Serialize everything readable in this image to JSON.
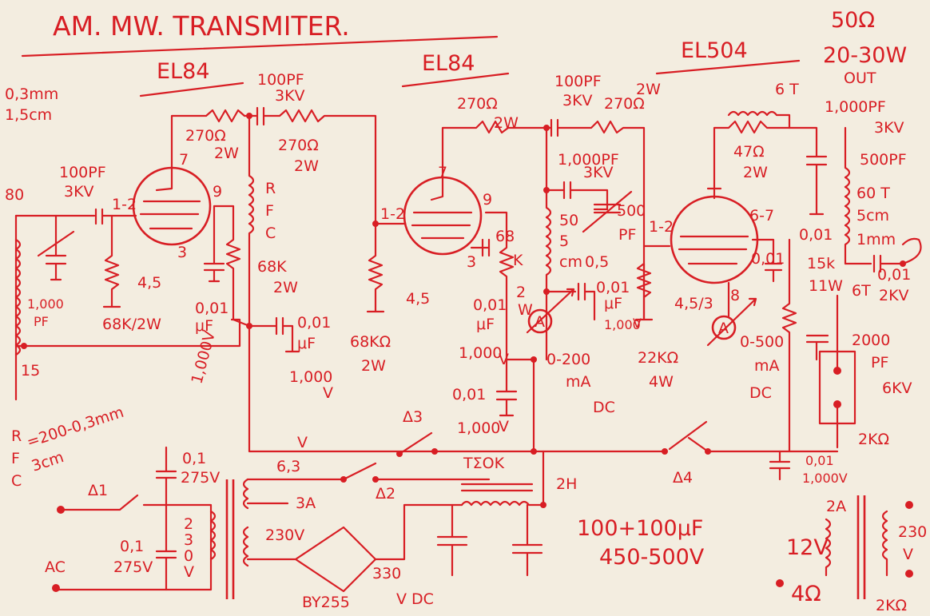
{
  "title": "AM. MW. TRANSMITER.",
  "impedance": "50Ω",
  "power": "20-30W",
  "power_unit": "OUT",
  "wire_spec": [
    "0,3mm",
    "1,5cm"
  ],
  "tubes": {
    "stage1": "EL84",
    "stage2": "EL84",
    "stage3": "EL504"
  },
  "oscillator": {
    "turns": "80",
    "tap": "15",
    "cap": [
      "100PF",
      "3KV"
    ],
    "trim": [
      "1,000",
      "PF"
    ],
    "grid_leak": "68K/2W",
    "pins_grid": "1-2",
    "pin_plate": "7",
    "pin_screen": "9",
    "pin_cathode": "3",
    "pin_heater": "4,5",
    "screen_cap": [
      "0,01",
      "μF",
      "1,000V"
    ]
  },
  "rfc1": {
    "label": [
      "R",
      "F",
      "C"
    ],
    "spec": [
      "=200-0,3mm",
      "3cm"
    ]
  },
  "rfc2": {
    "label": [
      "R",
      "F",
      "C"
    ]
  },
  "stage1_parts": {
    "r_grid": [
      "270Ω",
      "2W"
    ],
    "c_coupling": [
      "100PF",
      "3KV"
    ],
    "r_series": [
      "270Ω",
      "2W"
    ],
    "r_screen": [
      "68K",
      "2W"
    ],
    "c_bypass": [
      "0,01",
      "μF",
      "1,000",
      "V"
    ]
  },
  "stage2_parts": {
    "pins_grid": "1-2",
    "pin_plate": "7",
    "pin_screen": "9",
    "pin_cathode": "3",
    "pin_heater": "4,5",
    "r_grid": [
      "68KΩ",
      "2W"
    ],
    "r_plate": [
      "270Ω",
      "2W"
    ],
    "c_coupling": [
      "100PF",
      "3KV"
    ],
    "r_series": [
      "270Ω",
      "2W"
    ],
    "r_screen": [
      "68",
      "K",
      "2",
      "W"
    ],
    "c_screen": [
      "0,01",
      "μF",
      "1,000",
      "V"
    ],
    "c_supply": [
      "0,01",
      "1,000",
      "V"
    ],
    "tank_cap": [
      "1,000PF",
      "3KV"
    ],
    "tank_coil": [
      "50",
      "5",
      "cm"
    ],
    "tune_cap": [
      "500",
      "PF"
    ],
    "pad_cap": [
      "0,5"
    ],
    "bypass": [
      "0,01",
      "μF",
      "1,000",
      "V"
    ],
    "meter": "A",
    "meter_range": [
      "0-200",
      "mA",
      "DC"
    ],
    "r_grid_leak": [
      "22KΩ",
      "4W"
    ]
  },
  "stage3_parts": {
    "turns": "6 T",
    "r_parasitic": [
      "47Ω",
      "2W"
    ],
    "pins_grid": "1-2",
    "pins_plate": "6-7",
    "pin_cathode": "8",
    "pin_heater": "4,5/3",
    "cap_screen": [
      "0,01",
      "0,01"
    ],
    "cap_out": [
      "1,000PF",
      "3KV"
    ],
    "cap_load": [
      "500PF"
    ],
    "coil": [
      "60 T",
      "5cm",
      "1mm"
    ],
    "coil_tap": "6T",
    "r_screen": [
      "15k",
      "11W"
    ],
    "cap_link": [
      "0,01",
      "2KV"
    ],
    "cap_hv": [
      "2000",
      "PF",
      "6KV"
    ],
    "meter": "A",
    "meter_range": [
      "0-500",
      "mA",
      "DC"
    ],
    "r_bleed": "2KΩ"
  },
  "power_supply": {
    "switches": [
      "Δ1",
      "Δ2",
      "Δ3",
      "Δ4"
    ],
    "ac": "AC",
    "x_caps": [
      [
        "0,1",
        "275V"
      ],
      [
        "0,1",
        "275V"
      ]
    ],
    "mains_label": [
      "2",
      "3",
      "0",
      "V"
    ],
    "heater": [
      "6,3",
      "3A"
    ],
    "primary": "230V",
    "rectifier": "BY255",
    "dc_out": [
      "330",
      "V DC"
    ],
    "choke": [
      "TΣOK",
      "2H"
    ],
    "filter": [
      "100+100μF",
      "450-500V"
    ],
    "v_mark": "V",
    "hv_cap": [
      "0,01",
      "1,000V"
    ]
  },
  "aux_supply": {
    "current": "2A",
    "voltage": "12V",
    "load": "4Ω",
    "primary": [
      "230",
      "V"
    ],
    "r_out": "2KΩ"
  }
}
